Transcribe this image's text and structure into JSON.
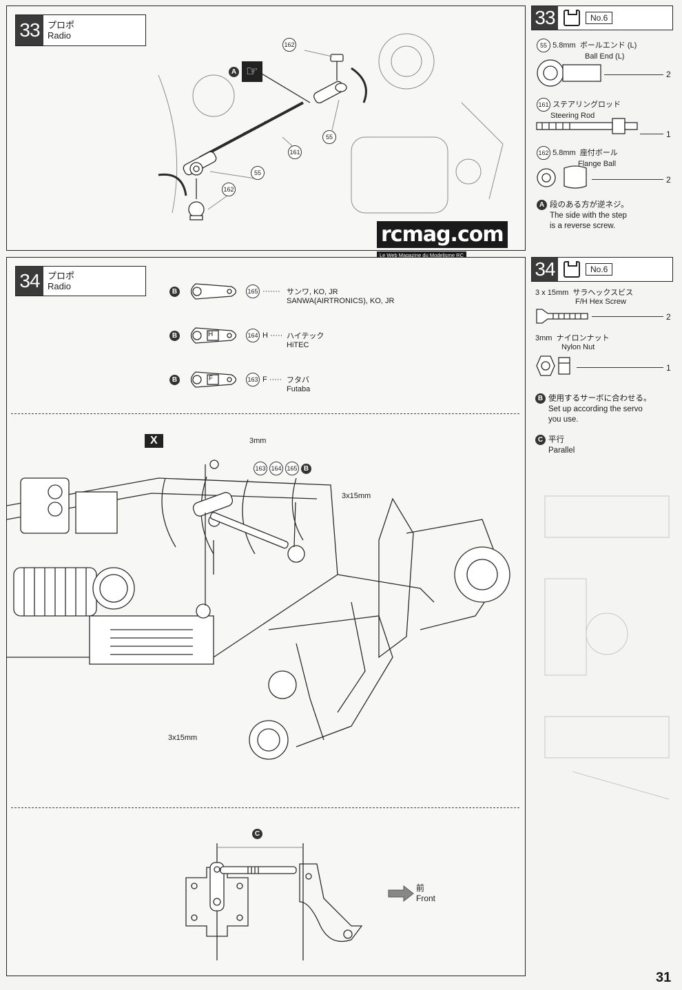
{
  "step33": {
    "number": "33",
    "title_jp": "プロポ",
    "title_en": "Radio",
    "bag_label": "No.6",
    "parts": [
      {
        "num": "55",
        "spec": "5.8mm",
        "name_jp": "ボールエンド (L)",
        "name_en": "Ball End (L)",
        "qty": "2"
      },
      {
        "num": "161",
        "spec": "",
        "name_jp": "ステアリングロッド",
        "name_en": "Steering Rod",
        "qty": "1"
      },
      {
        "num": "162",
        "spec": "5.8mm",
        "name_jp": "座付ボール",
        "name_en": "Flange Ball",
        "qty": "2"
      }
    ],
    "note_letter": "A",
    "note_jp": "段のある方が逆ネジ。",
    "note_en_1": "The side with the step",
    "note_en_2": "is a reverse screw.",
    "diagram_labels": [
      "162",
      "55",
      "161",
      "55",
      "162",
      "A"
    ]
  },
  "step34": {
    "number": "34",
    "title_jp": "プロポ",
    "title_en": "Radio",
    "bag_label": "No.6",
    "parts": [
      {
        "spec": "3 x 15mm",
        "name_jp": "サラヘックスビス",
        "name_en": "F/H Hex Screw",
        "qty": "2"
      },
      {
        "spec": "3mm",
        "name_jp": "ナイロンナット",
        "name_en": "Nylon Nut",
        "qty": "1"
      }
    ],
    "note_b_letter": "B",
    "note_b_jp": "使用するサーボに合わせる。",
    "note_b_en_1": "Set up according the servo",
    "note_b_en_2": "you use.",
    "note_c_letter": "C",
    "note_c_jp": "平行",
    "note_c_en": "Parallel",
    "horns": [
      {
        "letter": "B",
        "num": "165",
        "mark": "",
        "dots": "·······",
        "brand_jp": "サンワ, KO, JR",
        "brand_en": "SANWA(AIRTRONICS), KO, JR"
      },
      {
        "letter": "B",
        "num": "164",
        "mark": "H",
        "dots": "H ·····",
        "brand_jp": "ハイテック",
        "brand_en": "HiTEC"
      },
      {
        "letter": "B",
        "num": "163",
        "mark": "F",
        "dots": "F ·····",
        "brand_jp": "フタバ",
        "brand_en": "Futaba"
      }
    ],
    "diagram": {
      "x_label": "X",
      "nut_label": "3mm",
      "horn_refs": [
        "163",
        "164",
        "165",
        "B"
      ],
      "screw_label_right": "3x15mm",
      "screw_label_bottom": "3x15mm",
      "parallel_letter": "C",
      "front_jp": "前",
      "front_en": "Front"
    }
  },
  "watermark": {
    "logo": "rcmag.com",
    "tagline": "Le Web Magazine du Modelisme RC"
  },
  "page_number": "31"
}
